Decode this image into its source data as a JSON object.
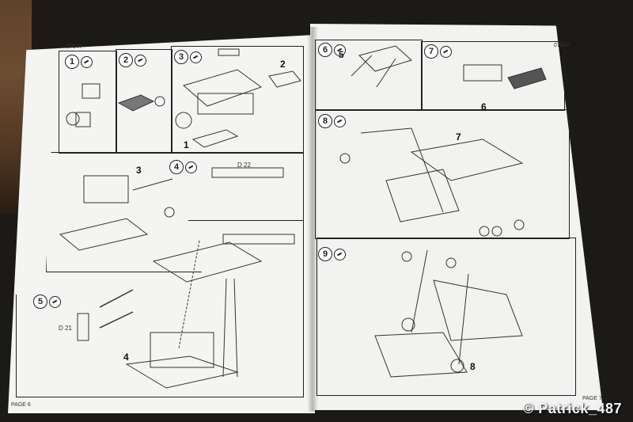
{
  "left_page": {
    "code": "07047",
    "footer": "PAGE 6",
    "steps": [
      {
        "number": "1"
      },
      {
        "number": "2"
      },
      {
        "number": "3"
      },
      {
        "number": "4"
      },
      {
        "number": "5"
      }
    ],
    "assembly_labels": [
      "1",
      "2",
      "3",
      "4"
    ],
    "part_refs": [
      "D 22",
      "D 21"
    ]
  },
  "right_page": {
    "code": "07047",
    "footer": "PAGE 7",
    "steps": [
      {
        "number": "6"
      },
      {
        "number": "7"
      },
      {
        "number": "8"
      },
      {
        "number": "9"
      }
    ],
    "assembly_labels": [
      "5",
      "6",
      "7",
      "8"
    ]
  },
  "watermark": "© Patrick_487"
}
